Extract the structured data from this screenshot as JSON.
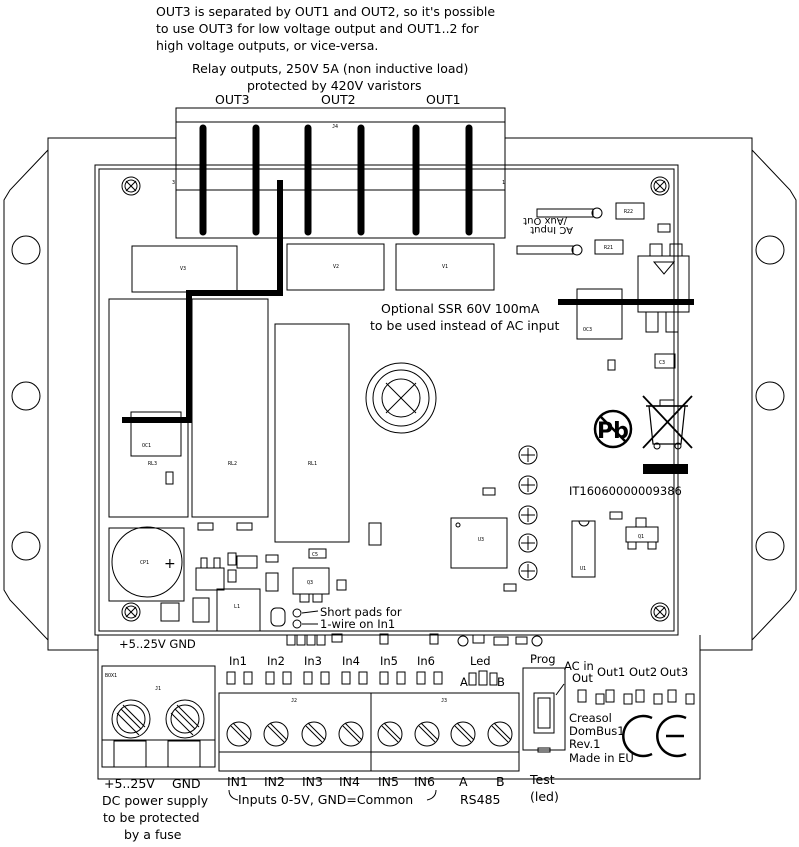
{
  "annotations": {
    "top_note_line1": "OUT3 is separated by OUT1 and OUT2, so it's possible",
    "top_note_line2": "to use OUT3 for low voltage output and OUT1..2 for",
    "top_note_line3": "high voltage outputs, or vice-versa.",
    "relay_line1": "Relay outputs, 250V 5A (non inductive load)",
    "relay_line2": "protected by 420V varistors",
    "out3": "OUT3",
    "out2": "OUT2",
    "out1": "OUT1",
    "ssr_line1": "Optional SSR 60V 100mA",
    "ssr_line2": "to be used instead of AC input",
    "short_pads_line1": "Short pads for",
    "short_pads_line2": "1-wire on In1",
    "power_rail": "+5..25V GND",
    "serial": "IT16060000009386",
    "ac_input_line1": "AC Input",
    "ac_input_line2": "/Aux Out"
  },
  "bottom": {
    "inputs_top": [
      "In1",
      "In2",
      "In3",
      "In4",
      "In5",
      "In6"
    ],
    "led": "Led",
    "led_a": "A",
    "led_b": "B",
    "prog": "Prog",
    "ac_in": "AC in",
    "out": "Out",
    "outs": [
      "Out1",
      "Out2",
      "Out3"
    ],
    "terminal_labels": [
      "IN1",
      "IN2",
      "IN3",
      "IN4",
      "IN5",
      "IN6",
      "A",
      "B"
    ],
    "inputs_note": "Inputs 0-5V, GND=Common",
    "rs485": "RS485",
    "power_plus": "+5..25V",
    "power_gnd": "GND",
    "power_note_line1": "DC power supply",
    "power_note_line2": "to be protected",
    "power_note_line3": "by a fuse",
    "test_line1": "Test",
    "test_line2": "(led)",
    "brand": [
      "Creasol",
      "DomBus1",
      "Rev.1",
      "Made in EU"
    ],
    "ce_mark": "CE",
    "box_label": "BOX1"
  },
  "silkscreen": {
    "j4": "J4",
    "v3": "V3",
    "v2": "V2",
    "v1": "V1",
    "r22": "R22",
    "r21": "R21",
    "rl3": "RL3",
    "rl2": "RL2",
    "rl1": "RL1",
    "oc3": "OC3",
    "oc1": "OC1",
    "c3": "C3",
    "u1": "U1",
    "u3": "U3",
    "l1": "L1",
    "cp1": "CP1",
    "j1": "J1",
    "j2": "J2",
    "j3": "J3",
    "q1": "Q1",
    "q3": "Q3",
    "c5": "C5"
  }
}
